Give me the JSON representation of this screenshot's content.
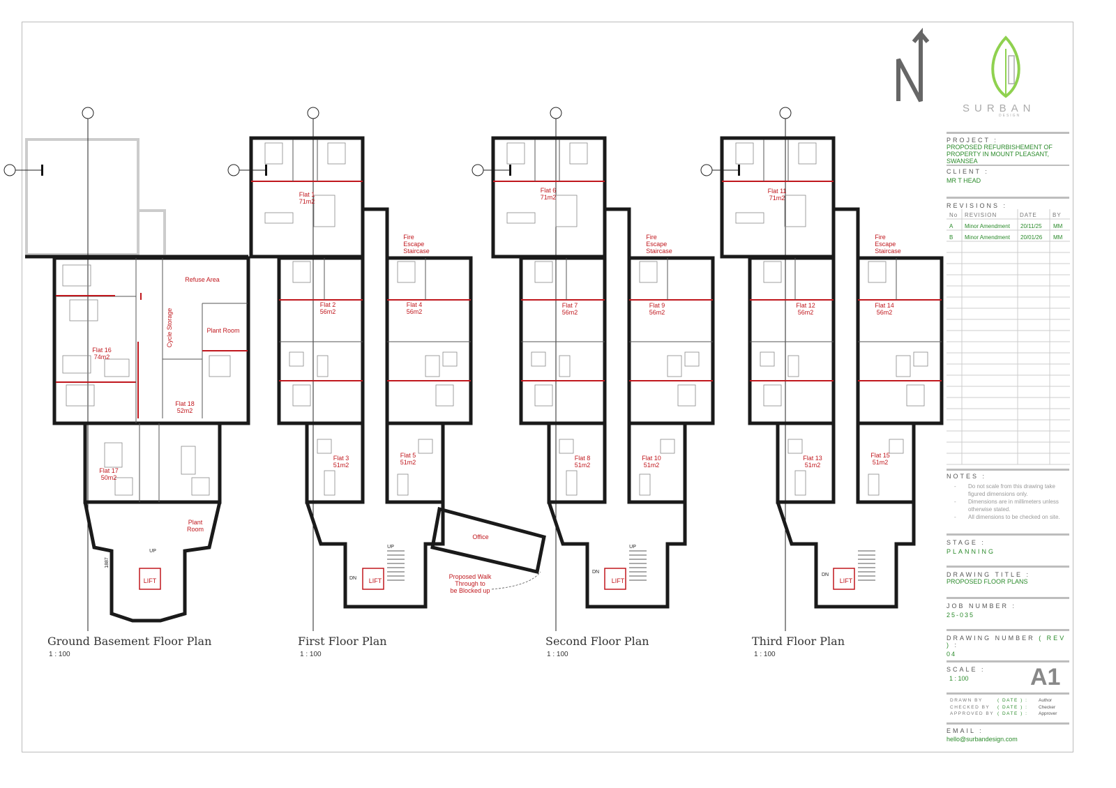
{
  "logo": {
    "name": "SURBAN",
    "sub": "DESIGN",
    "accent": "#8fd14f"
  },
  "north_arrow": "north-arrow-icon",
  "plans": [
    {
      "title": "Ground Basement Floor Plan",
      "scale": "1 : 100",
      "labels": [
        "Refuse Area",
        "Cycle Storage",
        "Plant Room",
        "Flat 16\n74m2",
        "Flat 18\n52m2",
        "Flat 17\n50m2",
        "Plant\nRoom",
        "LIFT",
        "UP",
        "1887"
      ]
    },
    {
      "title": "First Floor Plan",
      "scale": "1 : 100",
      "labels": [
        "Flat 1\n71m2",
        "Fire\nEscape\nStaircase",
        "Flat 2\n56m2",
        "Flat 4\n56m2",
        "Flat 3\n51m2",
        "Flat 5\n51m2",
        "Office",
        "Proposed Walk\nThrough to\nbe Blocked up",
        "LIFT",
        "DN",
        "UP"
      ]
    },
    {
      "title": "Second Floor Plan",
      "scale": "1 : 100",
      "labels": [
        "Flat 6\n71m2",
        "Fire\nEscape\nStaircase",
        "Flat 7\n56m2",
        "Flat 9\n56m2",
        "Flat 8\n51m2",
        "Flat 10\n51m2",
        "LIFT",
        "DN",
        "UP"
      ]
    },
    {
      "title": "Third Floor Plan",
      "scale": "1 : 100",
      "labels": [
        "Flat 11\n71m2",
        "Fire\nEscape\nStaircase",
        "Flat 12\n56m2",
        "Flat 14\n56m2",
        "Flat 13\n51m2",
        "Flat 15\n51m2",
        "LIFT",
        "DN"
      ]
    }
  ],
  "title_block": {
    "project_label": "PROJECT :",
    "project": "PROPOSED REFURBISHEMENT OF PROPERTY IN MOUNT PLEASANT, SWANSEA",
    "client_label": "CLIENT :",
    "client": "MR T HEAD",
    "revisions_label": "REVISIONS :",
    "revision_headers": [
      "No",
      "REVISION",
      "DATE",
      "BY"
    ],
    "revisions": [
      {
        "no": "A",
        "revision": "Minor Amendment",
        "date": "20/11/25",
        "by": "MM"
      },
      {
        "no": "B",
        "revision": "Minor Amendment",
        "date": "20/01/26",
        "by": "MM"
      }
    ],
    "notes_label": "NOTES :",
    "notes": [
      "Do not scale from this drawing take figured dimensions only.",
      "Dimensions are in millimeters unless otherwise stated.",
      "All dimensions to be checked on site."
    ],
    "stage_label": "STAGE :",
    "stage": "PLANNING",
    "drawing_title_label": "DRAWING TITLE :",
    "drawing_title": "PROPOSED FLOOR PLANS",
    "job_number_label": "JOB NUMBER :",
    "job_number": "25-035",
    "drawing_number_label": "DRAWING NUMBER",
    "drawing_number_rev": "( REV )",
    "drawing_number": "04",
    "scale_label": "SCALE :",
    "scale": "1 : 100",
    "sheet_size": "A1",
    "drawn_by_label": "DRAWN BY",
    "checked_by_label": "CHECKED BY",
    "approved_by_label": "APPROVED BY",
    "date_tag": "( DATE ) :",
    "drawn_by": "Author",
    "checked_by": "Checker",
    "approved_by": "Approver",
    "email_label": "EMAIL :",
    "email": "hello@surbandesign.com"
  },
  "colors": {
    "wall": "#1a1a1a",
    "partition": "#c0171d",
    "label": "#c0171d",
    "title_block_value": "#2a8a2a"
  }
}
